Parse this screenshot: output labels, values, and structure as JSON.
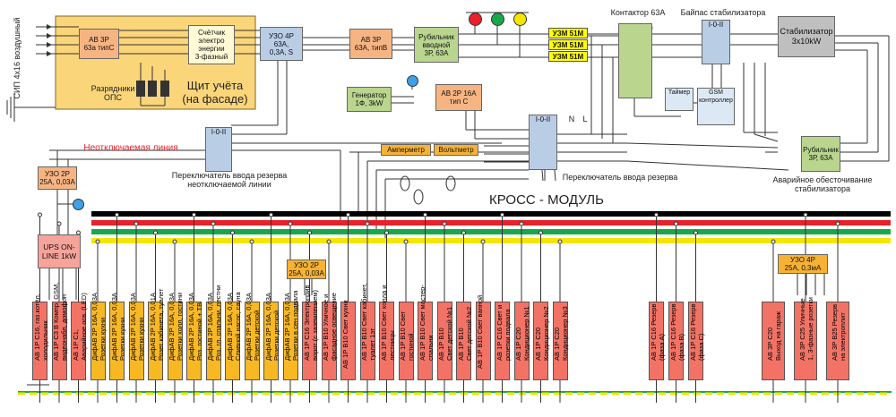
{
  "labels": {
    "sip": "СИП 4х16 воздушный",
    "shield_title": "Щит учёта\n(на фасаде)",
    "arrester": "Разрядники\nОПС",
    "contactor": "Контактор 63А",
    "bypass": "Байпас стабилизатора",
    "timer": "Таймер",
    "gsm": "GSM\nконтроллер",
    "undisconnectable": "Неотключаемая линия",
    "reserve_switch_1": "Переключатель ввода резерва\nнеотключаемой линии",
    "reserve_switch_2": "Переключатель ввода резерва",
    "emergency": "Аварийное обесточивание\nстабилизатора",
    "cross_module": "КРОСС - МОДУЛЬ",
    "n_label": "N",
    "l_label": "L",
    "switch_mark": "I-0-II"
  },
  "boxes": {
    "ab3p": "АВ 3Р\n63а типС",
    "meter": "Счётчик\nэлектро\nэнергии\n3-фазный",
    "uzo4p": "УЗО 4Р\n63А,\n0,3А, S",
    "ab3p_b": "АВ 3Р\n63А, типВ",
    "rubilnik_in": "Рубильник\nвводной\n3Р, 63А",
    "generator": "Генератор\n1Ф, 3kW",
    "ab2p": "АВ 2Р 16А\nтип С",
    "stabilizer": "Стабилизатор\n3х10kW",
    "rubilnik_em": "Рубильник\n3Р, 63А",
    "uzo2p_left": "УЗО 2Р\n25А, 0,03А",
    "ups": "UPS ON-\nLINE 1kW",
    "ammeter": "Амперметр",
    "voltmeter": "Вольтметр",
    "uzo2p_mid": "УЗО 2Р\n25А, 0,03А",
    "uzo4p_right": "УЗО 4Р\n25А, 0,3мА"
  },
  "uzm": [
    "УЗМ 51М",
    "УЗМ 51М",
    "УЗМ 51М"
  ],
  "breakers": [
    {
      "text": "АВ 1Р С16, газ.котёл,\nхолодильник",
      "color": "red"
    },
    {
      "text": "АВ 1Р С3 В Компр. GSM,\nвидеонабл, домофон",
      "color": "red"
    },
    {
      "text": "АВ 1Р С1,\nАварийное осв. (LED)",
      "color": "red"
    },
    {
      "text": "ДифАВ 2Р 16А, 0,03А\nРозетки кухни",
      "color": "orange"
    },
    {
      "text": "ДифАВ 2Р 16А, 0,03А\nРозетки кухни",
      "color": "orange"
    },
    {
      "text": "ДифАВ 2Р 16А, 0,03А\nРозетки кухни",
      "color": "orange"
    },
    {
      "text": "ДифАВ 2Р 16А, 0,01А\nРозет кабинета, туалет",
      "color": "orange"
    },
    {
      "text": "ДифАВ 2Р 16А, 0,03А\nРозетки холл, гостини",
      "color": "orange"
    },
    {
      "text": "ДифАВ 2Р 16А, 0,03А\nРоз. гостиной + ТВ",
      "color": "orange"
    },
    {
      "text": "ДифАВ 2Р 16А, 0,03А\nРоз. гл. спальни, лестни",
      "color": "orange"
    },
    {
      "text": "ДифАВ 2Р 16А, 0,03А\nСливной насос, сауна",
      "color": "orange"
    },
    {
      "text": "ДифАВ 2Р 16А, 0,03А\nРозетки детской",
      "color": "orange"
    },
    {
      "text": "ДифАВ 2Р 16А, 0,03А\nРозетки детской",
      "color": "orange"
    },
    {
      "text": "ДифАВ 2Р 16А, 0,03А\nРозетки в сен подвала",
      "color": "orange"
    },
    {
      "text": "АВ 1Р С16 Электроприв\nворот (с заземлением)",
      "color": "red"
    },
    {
      "text": "АВ 1Р В10 Уличное и\nфасадное освещение",
      "color": "red"
    },
    {
      "text": "АВ 1Р В10 Свет кухни",
      "color": "red"
    },
    {
      "text": "АВ 1Р В10 Свет кабинет,\nтуалет 1эт",
      "color": "red"
    },
    {
      "text": "АВ 1Р В10 Свет холла и\nлестницы",
      "color": "red"
    },
    {
      "text": "АВ 1Р В10 Свет\nгостиной",
      "color": "red"
    },
    {
      "text": "АВ 1Р В10 Свет мастер-\nспальни",
      "color": "red"
    },
    {
      "text": "АВ 1Р В10\nСвет детской №1",
      "color": "red"
    },
    {
      "text": "АВ 1Р В10\nСвет детской №2",
      "color": "red"
    },
    {
      "text": "АВ 1Р В10 Свет ванной",
      "color": "red"
    },
    {
      "text": "АВ 1Р С16 Свет и\nрозетки подвала",
      "color": "red"
    },
    {
      "text": "АВ 1Р С20\nКондиционер №1",
      "color": "red"
    },
    {
      "text": "АВ 1Р С20\nКондиционер №2",
      "color": "red"
    },
    {
      "text": "АВ 1Р С20\nКондиционер №3",
      "color": "red"
    },
    {
      "text": "АВ 1Р С16 Резерв\n(фаза А)",
      "color": "red"
    },
    {
      "text": "АВ 1Р С16 Резерв\n(фаза В)",
      "color": "red"
    },
    {
      "text": "АВ 1Р С16 Резерв\n(фаза С)",
      "color": "red"
    },
    {
      "text": "АВ 3Р С20\nВыход на гараж",
      "color": "red"
    },
    {
      "text": "АВ 3Р С25 Уличные\n1, 3-фазные розетки",
      "color": "red"
    },
    {
      "text": "АВ 3Р В25 Резерв\nна электроплит",
      "color": "red"
    }
  ],
  "lamp_colors": [
    "#e8212a",
    "#18a84b",
    "#f5e600"
  ],
  "bus_colors": [
    "#000000",
    "#e8212a",
    "#18a84b",
    "#f5e600"
  ]
}
